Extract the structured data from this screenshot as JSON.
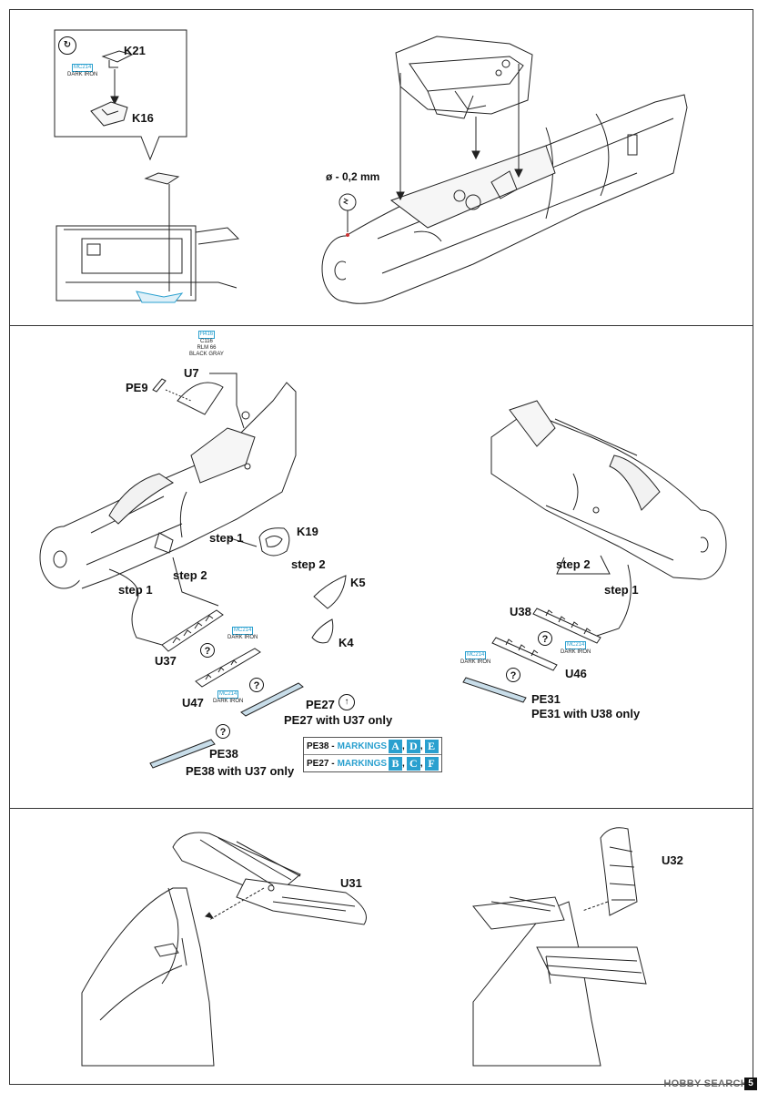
{
  "page": {
    "number": "5",
    "watermark": "HOBBY SEARCH"
  },
  "panel1": {
    "inset_parts": {
      "top": "K21",
      "bottom": "K16"
    },
    "inset_paint": {
      "code": "MC214",
      "name": "DARK IRON"
    },
    "drill": "ø - 0,2 mm"
  },
  "panel2": {
    "paint_u7": {
      "code1": "H416",
      "code2": "C116",
      "name1": "RLM 66",
      "name2": "BLACK GRAY"
    },
    "parts": {
      "pe9": "PE9",
      "u7": "U7",
      "k19": "K19",
      "k5": "K5",
      "k4": "K4",
      "u37": "U37",
      "u47": "U47",
      "u38": "U38",
      "u46": "U46",
      "pe27": "PE27",
      "pe27_note": "PE27 with U37 only",
      "pe38": "PE38",
      "pe38_note": "PE38 with U37 only",
      "pe31": "PE31",
      "pe31_note": "PE31 with U38 only"
    },
    "steps": {
      "step1": "step 1",
      "step2": "step 2"
    },
    "paint_dark_iron": {
      "code": "MC214",
      "name": "DARK IRON"
    },
    "question": "?",
    "markings": [
      {
        "part": "PE38 -",
        "label": "MARKINGS",
        "letters": [
          "A",
          "D",
          "E"
        ]
      },
      {
        "part": "PE27 -",
        "label": "MARKINGS",
        "letters": [
          "B",
          "C",
          "F"
        ]
      }
    ]
  },
  "panel3": {
    "parts": {
      "u31": "U31",
      "u32": "U32"
    }
  }
}
